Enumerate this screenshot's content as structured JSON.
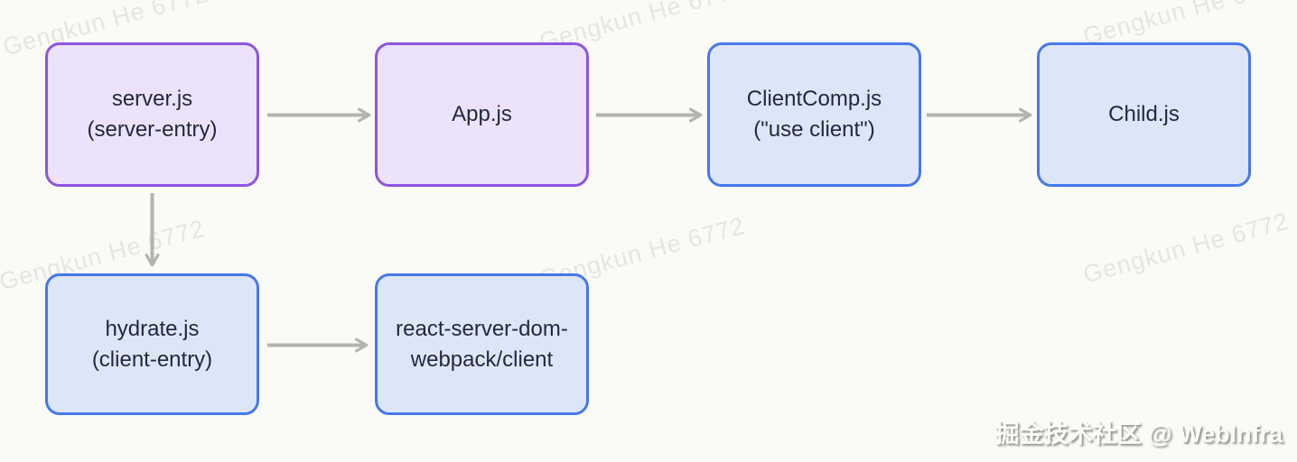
{
  "watermark": {
    "text": "Gengkun He 6772"
  },
  "credit": {
    "text": "掘金技术社区 @ WebInfra"
  },
  "colors": {
    "background": "#fafaf7",
    "server_node_border": "#8c55e1",
    "server_node_fill": "#ece3fa",
    "client_node_border": "#4678eb",
    "client_node_fill": "#dde6f8",
    "node_text": "#23293a",
    "arrow": "#b4b3b0",
    "watermark": "#e6e5e1"
  },
  "nodes": [
    {
      "id": "server-js",
      "type": "server",
      "lines": [
        "server.js",
        "(server-entry)"
      ]
    },
    {
      "id": "app-js",
      "type": "server",
      "lines": [
        "App.js"
      ]
    },
    {
      "id": "clientcomp-js",
      "type": "client",
      "lines": [
        "ClientComp.js",
        "(\"use client\")"
      ]
    },
    {
      "id": "child-js",
      "type": "client",
      "lines": [
        "Child.js"
      ]
    },
    {
      "id": "hydrate-js",
      "type": "client",
      "lines": [
        "hydrate.js",
        "(client-entry)"
      ]
    },
    {
      "id": "react-server-dom-webpack-client",
      "type": "client",
      "lines": [
        "react-server-dom-",
        "webpack/client"
      ]
    }
  ],
  "edges": [
    {
      "from": "server-js",
      "to": "app-js"
    },
    {
      "from": "app-js",
      "to": "clientcomp-js"
    },
    {
      "from": "clientcomp-js",
      "to": "child-js"
    },
    {
      "from": "server-js",
      "to": "hydrate-js"
    },
    {
      "from": "hydrate-js",
      "to": "react-server-dom-webpack-client"
    }
  ]
}
